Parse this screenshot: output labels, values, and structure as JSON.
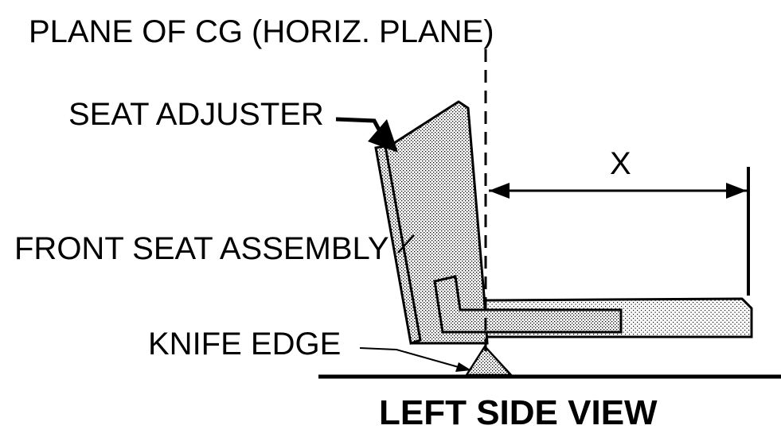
{
  "diagram": {
    "labels": {
      "plane_of_cg": "PLANE OF CG (HORIZ. PLANE)",
      "seat_adjuster": "SEAT ADJUSTER",
      "x_dimension": "X",
      "front_seat_assembly": "FRONT SEAT ASSEMBLY",
      "knife_edge": "KNIFE EDGE",
      "view_title": "LEFT SIDE VIEW"
    },
    "colors": {
      "ink": "#000000",
      "fill_stipple": "#bdbdbd",
      "background": "#ffffff"
    }
  }
}
